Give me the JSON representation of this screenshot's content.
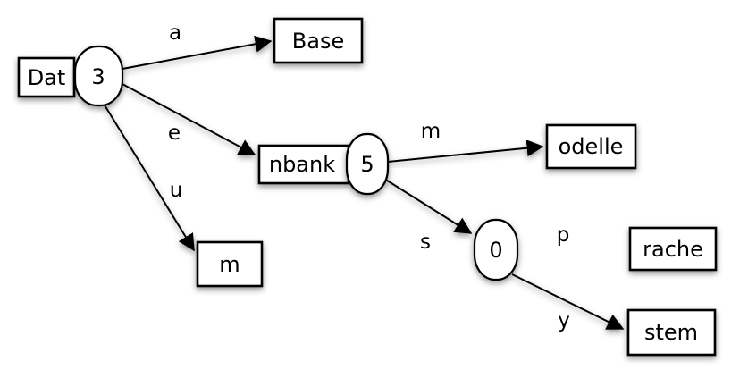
{
  "diagram": {
    "type": "trie-graph",
    "background_color": "#ffffff",
    "stroke_color": "#000000",
    "node_fill_color": "#ffffff",
    "nodes": {
      "root": {
        "prefix": "Dat",
        "value": "3"
      },
      "base": {
        "label": "Base"
      },
      "nbank": {
        "prefix": "nbank",
        "value": "5"
      },
      "m_leaf": {
        "label": "m"
      },
      "odelle": {
        "label": "odelle"
      },
      "branch0": {
        "value": "0"
      },
      "rache": {
        "label": "rache"
      },
      "stem": {
        "label": "stem"
      }
    },
    "edges": {
      "a": {
        "label": "a",
        "from": "root",
        "to": "base"
      },
      "e": {
        "label": "e",
        "from": "root",
        "to": "nbank"
      },
      "u": {
        "label": "u",
        "from": "root",
        "to": "m_leaf"
      },
      "m": {
        "label": "m",
        "from": "nbank",
        "to": "odelle"
      },
      "s": {
        "label": "s",
        "from": "nbank",
        "to": "branch0"
      },
      "p": {
        "label": "p",
        "from": "branch0",
        "to": "rache"
      },
      "y": {
        "label": "y",
        "from": "branch0",
        "to": "stem"
      }
    }
  }
}
